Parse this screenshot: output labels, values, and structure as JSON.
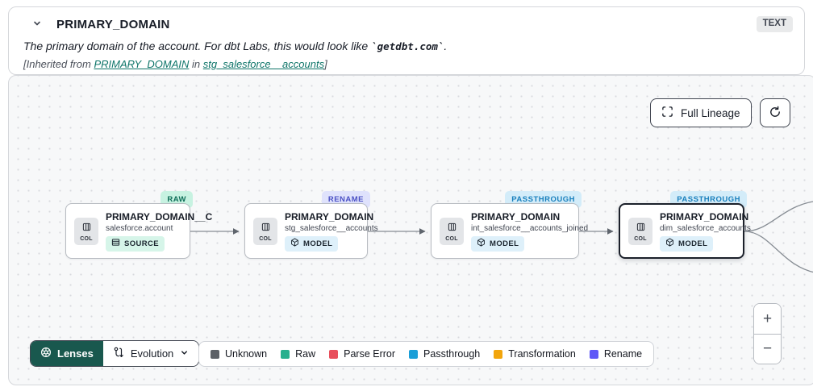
{
  "header": {
    "title": "PRIMARY_DOMAIN",
    "type_badge": "TEXT",
    "description": {
      "prefix": "The primary domain of the account. For dbt Labs, this would look like ",
      "code": "`getdbt.com`",
      "suffix": "."
    },
    "inherited": {
      "prefix": "[Inherited from ",
      "column_link": "PRIMARY_DOMAIN",
      "middle": " in ",
      "model_link": "stg_salesforce__accounts",
      "suffix": "]"
    }
  },
  "toolbar": {
    "full_lineage_label": "Full Lineage"
  },
  "graph": {
    "col_chip_label": "COL",
    "nodes": [
      {
        "state_badge": "RAW",
        "state_bg": "#c7f2e1",
        "state_color": "#0e6e58",
        "title": "PRIMARY_DOMAIN__C",
        "subtitle": "salesforce.account",
        "resource_label": "SOURCE",
        "resource_bg": "#d6f5e9",
        "selected": false
      },
      {
        "state_badge": "RENAME",
        "state_bg": "#dfe2fc",
        "state_color": "#4a50c4",
        "title": "PRIMARY_DOMAIN",
        "subtitle": "stg_salesforce__accounts",
        "resource_label": "MODEL",
        "resource_bg": "#def0fa",
        "selected": false
      },
      {
        "state_badge": "PASSTHROUGH",
        "state_bg": "#d3ecf9",
        "state_color": "#1a80bd",
        "title": "PRIMARY_DOMAIN",
        "subtitle": "int_salesforce__accounts_joined",
        "resource_label": "MODEL",
        "resource_bg": "#def0fa",
        "selected": false
      },
      {
        "state_badge": "PASSTHROUGH",
        "state_bg": "#d3ecf9",
        "state_color": "#1a80bd",
        "title": "PRIMARY_DOMAIN",
        "subtitle": "dim_salesforce_accounts",
        "resource_label": "MODEL",
        "resource_bg": "#def0fa",
        "selected": true
      }
    ]
  },
  "lenses": {
    "button_label": "Lenses",
    "button_bg": "#19584e",
    "selected_lens": "Evolution"
  },
  "legend": {
    "items": [
      {
        "label": "Unknown",
        "color": "#5c6066"
      },
      {
        "label": "Raw",
        "color": "#27b08e"
      },
      {
        "label": "Parse Error",
        "color": "#e84f5c"
      },
      {
        "label": "Passthrough",
        "color": "#1b9fd8"
      },
      {
        "label": "Transformation",
        "color": "#f2a50c"
      },
      {
        "label": "Rename",
        "color": "#6059f7"
      }
    ]
  },
  "zoom_controls": {
    "zoom_in": "+",
    "zoom_out": "−"
  }
}
